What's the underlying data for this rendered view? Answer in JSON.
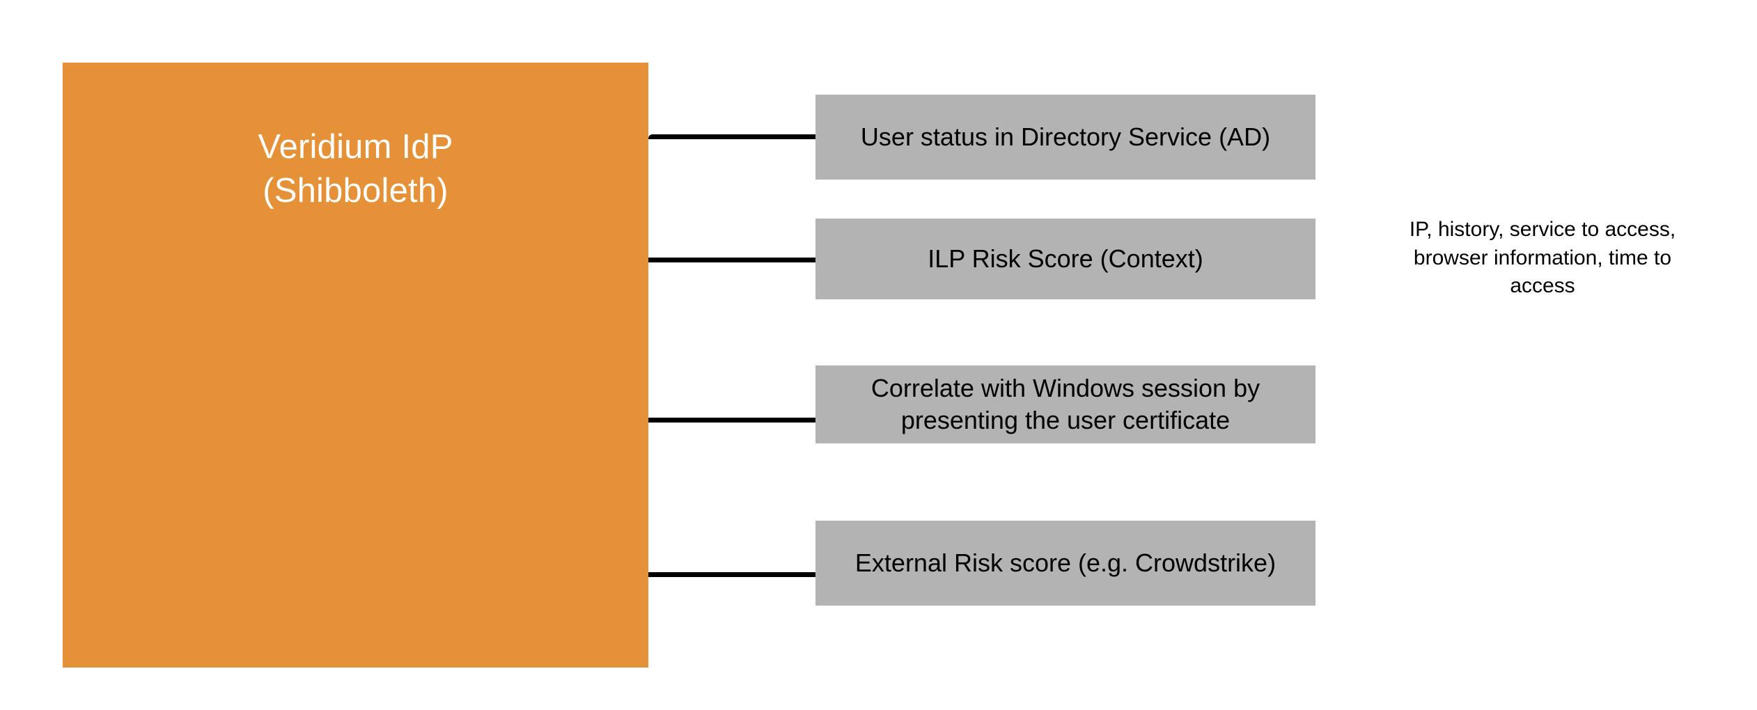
{
  "diagram": {
    "background_color": "#ffffff",
    "source_node": {
      "label": "Veridium IdP\n(Shibboleth)",
      "fill_color": "#e59138",
      "text_color": "#ffffff"
    },
    "attribute_boxes": [
      {
        "id": "user-status",
        "label": "User status in Directory Service (AD)",
        "fill_color": "#b3b3b3",
        "text_color": "#000000"
      },
      {
        "id": "ilp-risk-score",
        "label": "ILP Risk Score (Context)",
        "fill_color": "#b3b3b3",
        "text_color": "#000000"
      },
      {
        "id": "windows-session-correlation",
        "label": "Correlate with Windows session by\npresenting the user certificate",
        "fill_color": "#b3b3b3",
        "text_color": "#000000"
      },
      {
        "id": "external-risk-score",
        "label": "External Risk score (e.g. Crowdstrike)",
        "fill_color": "#b3b3b3",
        "text_color": "#000000"
      }
    ],
    "connector_color": "#000000",
    "side_note": {
      "text": "IP, history, service to access,\nbrowser information, time to\naccess",
      "text_color": "#000000"
    }
  }
}
